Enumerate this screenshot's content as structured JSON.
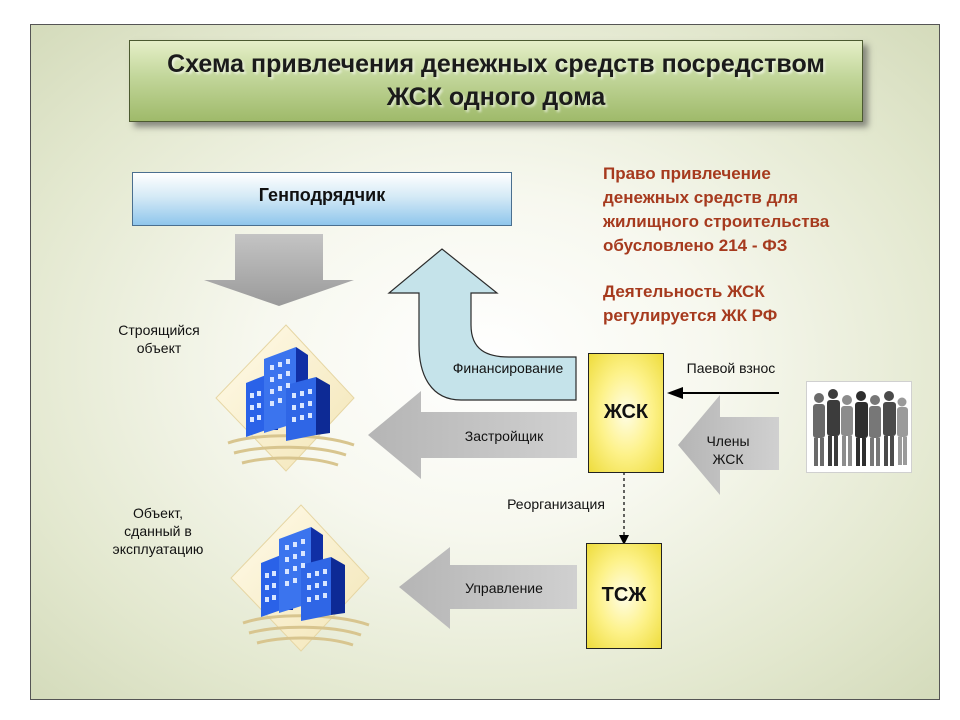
{
  "title": "Схема привлечения денежных средств посредством\nЖСК одного дома",
  "genpodryadchik": "Генподрядчик",
  "objects": {
    "building_under_construction": "Строящийся\nобъект",
    "building_commissioned": "Объект,\nсданный в\nэксплуатацию"
  },
  "arrows": {
    "financing": "Финансирование",
    "developer": "Застройщик",
    "management": "Управление",
    "share_contribution": "Паевой взнос",
    "members": "Члены\nЖСК",
    "reorganization": "Реорганизация"
  },
  "boxes": {
    "zhsk": "ЖСК",
    "tszh": "ТСЖ"
  },
  "notes": {
    "law_214": "Право привлечение\nденежных средств для\nжилищного строительства\nобусловлено 214 - ФЗ",
    "zhk_rf": "Деятельность ЖСК\nрегулируется ЖК РФ"
  },
  "icons": [
    "building-icon",
    "people-icon"
  ],
  "colors": {
    "note_text": "#a63a1e",
    "title_green": "#9fba6a",
    "box_yellow": "#fdf28a",
    "header_blue": "#8fc6ec",
    "arrow_gray": "#a9a9a9",
    "arrow_light_blue": "#c5e3ea",
    "building_blue": "#1f4fd8"
  }
}
